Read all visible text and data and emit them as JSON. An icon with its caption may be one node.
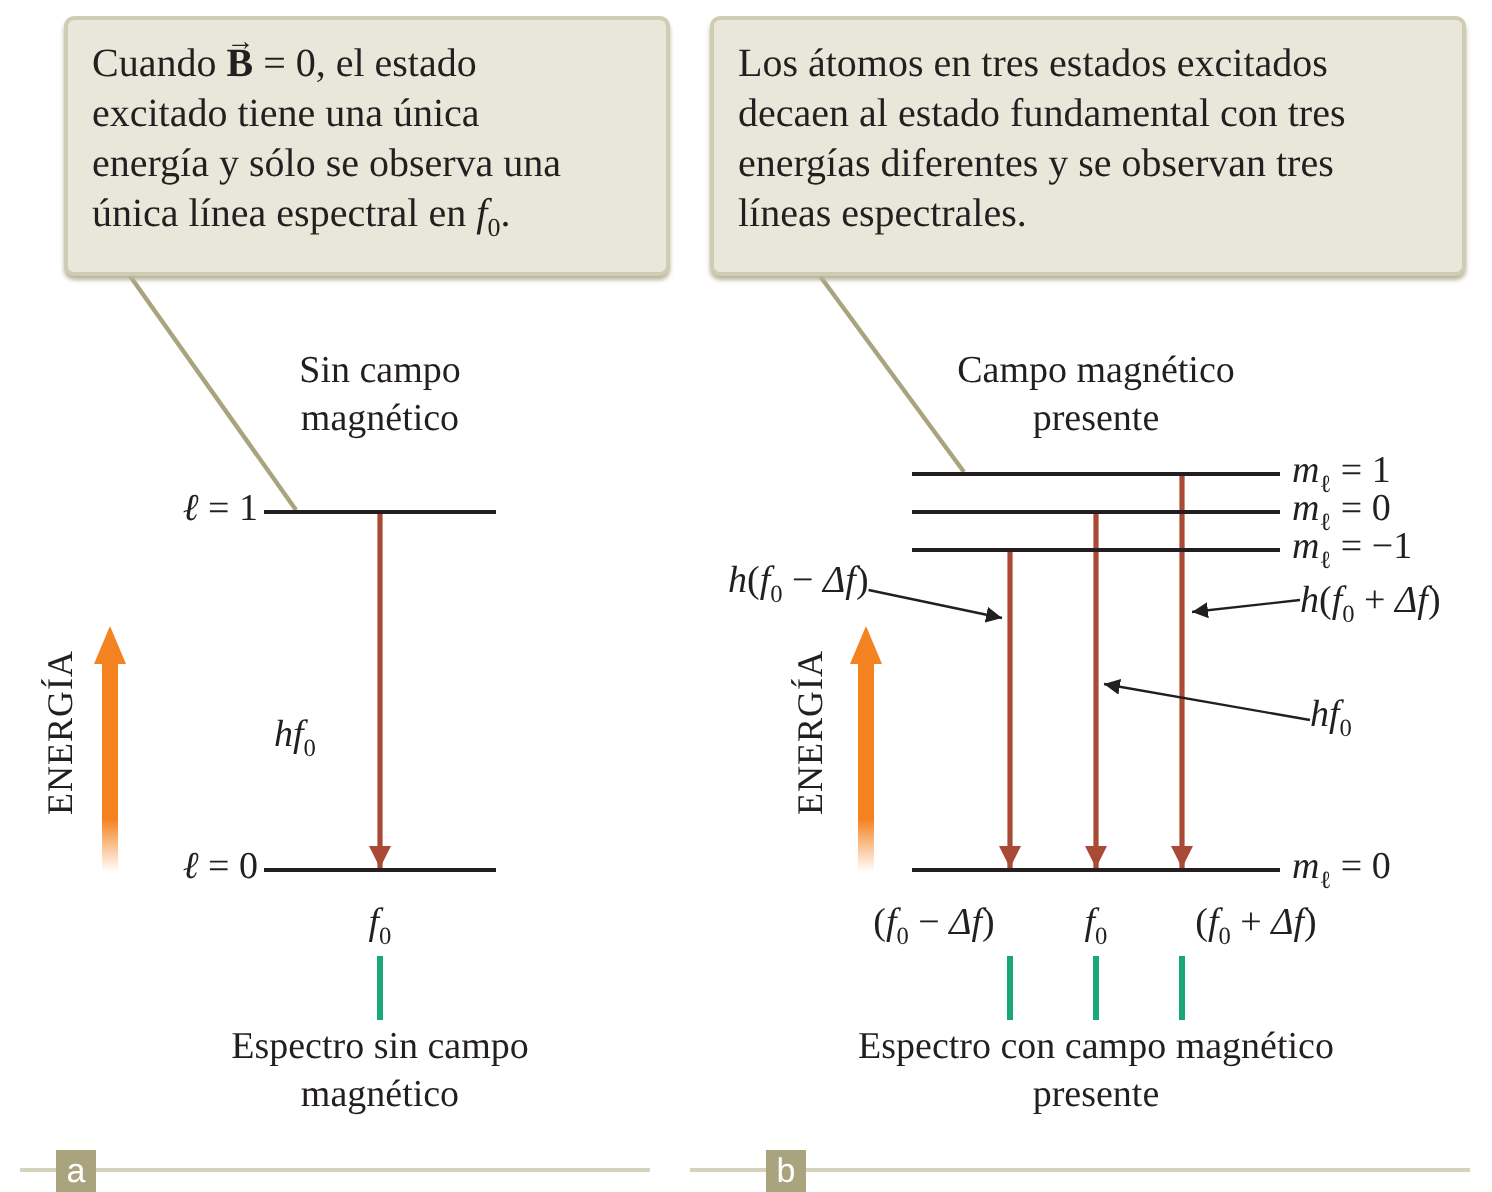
{
  "diagram": {
    "nodes": [
      {
        "text": [
          "Cuando **B**$^{→}$ = 0, el estado excitado tiene una única energía y sólo se observa una única línea espectral en *f*$_{0}$."
        ]
      },
      {
        "text": [
          "Los átomos en tres estados excitados decaen al estado fundamental con tres energías diferentes y se observan tres líneas espectrales."
        ]
      },
      {
        "text": [],
        "shape": "bar",
        "beside": [
          "*ℓ* = 1"
        ]
      },
      {
        "text": [],
        "shape": "bar",
        "beside": [
          "*ℓ* = 0"
        ]
      },
      {
        "text": [],
        "shape": "bar",
        "beside": [
          "*m*$_{ℓ}$ = 1"
        ]
      },
      {
        "text": [],
        "shape": "bar",
        "beside": [
          "*m*$_{ℓ}$ = 0"
        ]
      },
      {
        "text": [],
        "shape": "bar",
        "beside": [
          "*m*$_{ℓ}$ = −1"
        ]
      },
      {
        "text": [],
        "shape": "bar",
        "beside": [
          "*m*$_{ℓ}$ = 0"
        ]
      },
      {
        "text": [
          "*h*(*f*$_{0}$ − *Δf*)"
        ]
      },
      {
        "text": [
          "*h*(*f*$_{0}$ + *Δf*)"
        ]
      },
      {
        "text": [
          "*hf*$_{0}$"
        ]
      }
    ],
    "edges": [
      {
        "from": 0,
        "to": 2,
        "arrow": "none",
        "color": "#a9a47e"
      },
      {
        "from": 2,
        "to": 3,
        "arrow": "to",
        "label": "*hf*$_{0}$"
      },
      {
        "from": 1,
        "to": 4,
        "arrow": "none",
        "color": "#a9a47e"
      },
      {
        "from": 6,
        "to": 7,
        "arrow": "to"
      },
      {
        "from": 5,
        "to": 7,
        "arrow": "to"
      },
      {
        "from": 4,
        "to": 7,
        "arrow": "to"
      },
      {
        "from": 8,
        "to": null,
        "arrow": "to",
        "color": "#231f20"
      },
      {
        "from": 9,
        "to": null,
        "arrow": "to",
        "color": "#231f20"
      },
      {
        "from": 10,
        "to": null,
        "arrow": "to",
        "color": "#231f20"
      }
    ],
    "labels": [
      "Sin campo magnético",
      "Campo magnético presente",
      "ENERGÍA",
      "*f*$_{0}$",
      "Espectro sin campo magnético",
      "ENERGÍA",
      "(*f*$_{0}$ − *Δf*)",
      "*f*$_{0}$",
      "(*f*$_{0}$ + *Δf*)",
      "Espectro con campo magnético presente",
      "a",
      "b"
    ]
  }
}
